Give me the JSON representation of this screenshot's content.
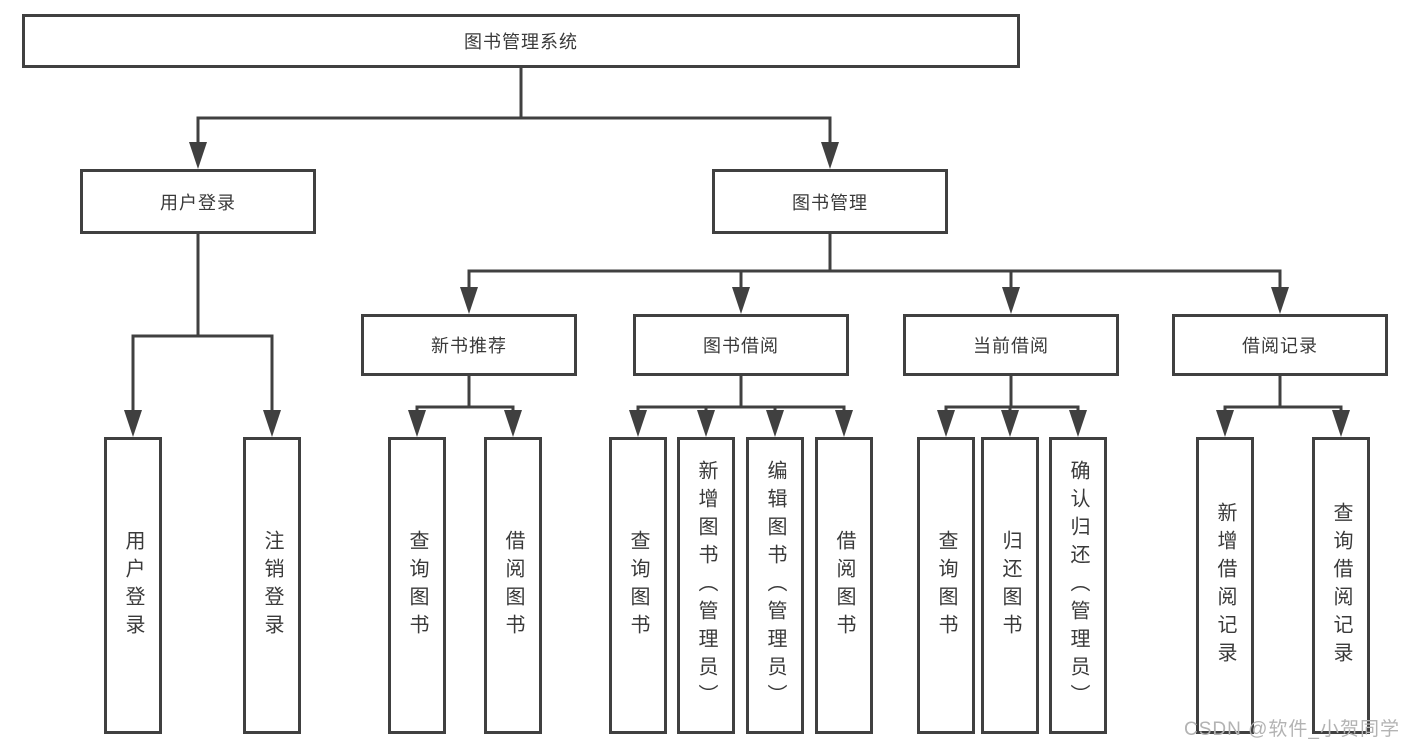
{
  "tree": {
    "root": "图书管理系统",
    "user_branch": {
      "label": "用户登录",
      "leaves": [
        "用户登录",
        "注销登录"
      ]
    },
    "book_branch": {
      "label": "图书管理",
      "modules": [
        {
          "label": "新书推荐",
          "leaves": [
            "查询图书",
            "借阅图书"
          ]
        },
        {
          "label": "图书借阅",
          "leaves": [
            "查询图书",
            "新增图书（管理员）",
            "编辑图书（管理员）",
            "借阅图书"
          ]
        },
        {
          "label": "当前借阅",
          "leaves": [
            "查询图书",
            "归还图书",
            "确认归还（管理员）"
          ]
        },
        {
          "label": "借阅记录",
          "leaves": [
            "新增借阅记录",
            "查询借阅记录"
          ]
        }
      ]
    }
  },
  "watermark": "CSDN @软件_小贺同学",
  "colors": {
    "line": "#404040",
    "box_border": "#404040",
    "text": "#3a3a3a",
    "watermark": "#b3b3b3",
    "background": "#ffffff"
  }
}
